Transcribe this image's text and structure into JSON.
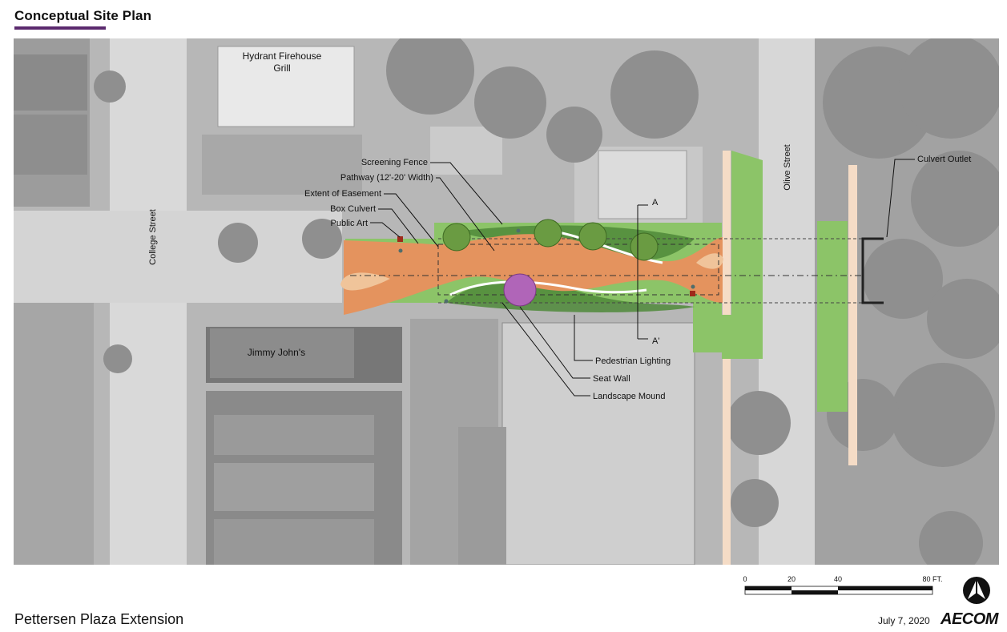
{
  "header": {
    "title": "Conceptual Site Plan"
  },
  "colors": {
    "accent_bar": "#5b2a6e",
    "pathway": "#e4935e",
    "green_space": "#8cc468",
    "dark_green": "#4f8a3a",
    "sidewalk": "#f5dcc6",
    "tree_bloom": "#b065b8",
    "public_art": "#9e2a1a"
  },
  "map": {
    "places": {
      "firehouse": [
        "Hydrant Firehouse",
        "Grill"
      ],
      "jimmy_johns": "Jimmy John's",
      "college_street": "College Street",
      "olive_street": "Olive Street"
    },
    "callouts": {
      "screening_fence": "Screening Fence",
      "pathway": "Pathway (12'-20' Width)",
      "extent_easement": "Extent of Easement",
      "box_culvert": "Box Culvert",
      "public_art": "Public Art",
      "culvert_outlet": "Culvert Outlet",
      "pedestrian_lighting": "Pedestrian Lighting",
      "seat_wall": "Seat Wall",
      "landscape_mound": "Landscape Mound"
    },
    "section": {
      "start": "A",
      "end": "A'"
    }
  },
  "scale": {
    "ticks": [
      "0",
      "20",
      "40",
      "80 FT."
    ]
  },
  "footer": {
    "project": "Pettersen Plaza Extension",
    "date": "July 7, 2020",
    "company": "AECOM"
  }
}
